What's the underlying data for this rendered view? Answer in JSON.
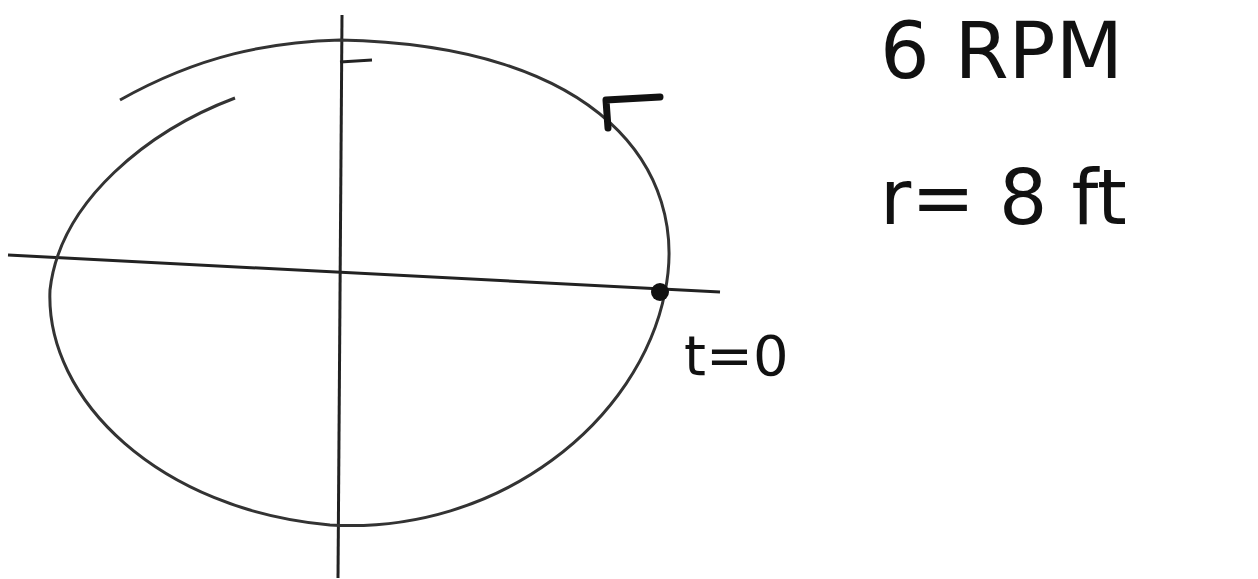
{
  "diagram": {
    "labels": [
      "6 RPM",
      "r= 8 ft",
      "t=0"
    ]
  }
}
